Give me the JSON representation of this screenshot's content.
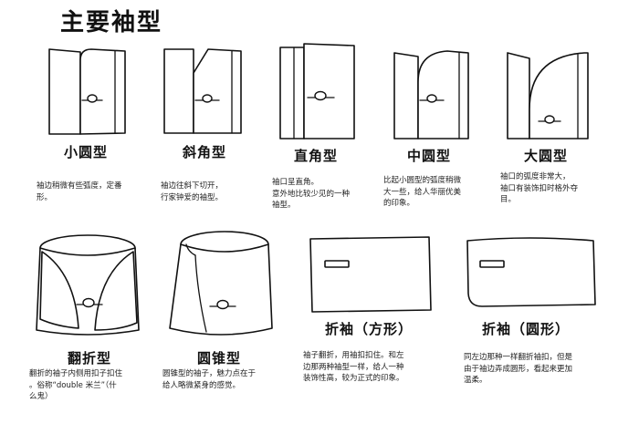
{
  "title": "主要袖型",
  "styles": [
    {
      "name": "小圆型",
      "desc": "袖边稍微有些弧度，定番\n形。"
    },
    {
      "name": "斜角型",
      "desc": "袖边往斜下切开，\n行家钟爱的袖型。"
    },
    {
      "name": "直角型",
      "desc": "袖口呈直角。\n意外地比较少见的一种\n袖型。"
    },
    {
      "name": "中圆型",
      "desc": "比起小圆型的弧度稍微\n大一些，给人华丽优美\n的印象。"
    },
    {
      "name": "大圆型",
      "desc": "袖口的弧度非常大，\n袖口有装饰扣时格外夺\n目。"
    },
    {
      "name": "翻折型",
      "desc": "翻折的袖子内侧用扣子扣住\n。俗称“double 米兰”（什\n么鬼）"
    },
    {
      "name": "圆锥型",
      "desc": "圆锥型的袖子，魅力点在于\n给人略微紧身的感觉。"
    },
    {
      "name": "折袖（方形）",
      "desc": "袖子翻折，用袖扣扣住。和左\n边那两种袖型一样，给人一种\n装饰性高，较为正式的印象。"
    },
    {
      "name": "折袖（圆形）",
      "desc": "同左边那种一样翻折袖扣，但是\n由于袖边弄成圆形，看起来更加\n温柔。"
    }
  ]
}
